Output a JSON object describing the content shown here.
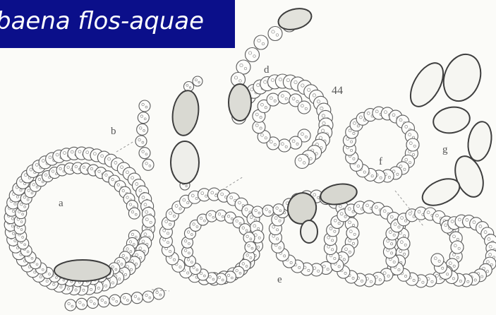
{
  "title": "baena flos-aquae",
  "figure_number": "44",
  "panel_labels": {
    "a": "a",
    "b": "b",
    "d": "d",
    "e": "e",
    "f": "f",
    "g": "g"
  },
  "colors": {
    "banner": "#0b0f8a",
    "banner_text": "#ffffff",
    "ink": "#555555",
    "paper": "#fbfbf8"
  }
}
